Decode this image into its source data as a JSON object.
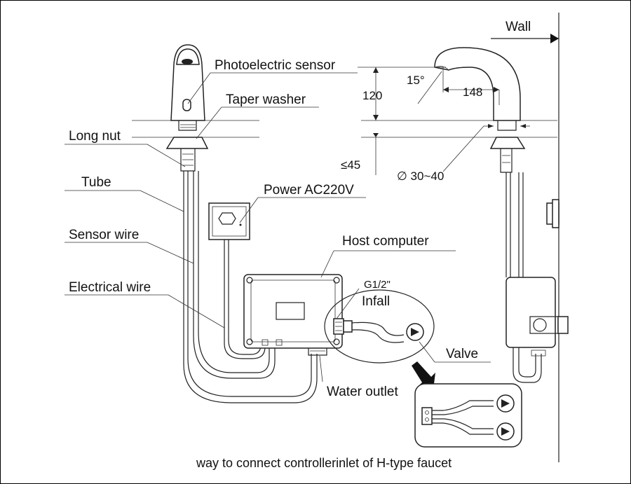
{
  "labels": {
    "photoelectric_sensor": "Photoelectric sensor",
    "taper_washer": "Taper washer",
    "long_nut": "Long nut",
    "tube": "Tube",
    "sensor_wire": "Sensor wire",
    "electrical_wire": "Electrical wire",
    "power": "Power AC220V",
    "host_computer": "Host computer",
    "g12": "G1/2\"",
    "infall": "Infall",
    "valve": "Valve",
    "water_outlet": "Water outlet",
    "wall": "Wall"
  },
  "dimensions": {
    "height": "120",
    "angle": "15°",
    "reach": "148",
    "thickness": "≤45",
    "hole_diameter": "∅ 30~40"
  },
  "caption": "way to connect controllerinlet of H-type faucet"
}
